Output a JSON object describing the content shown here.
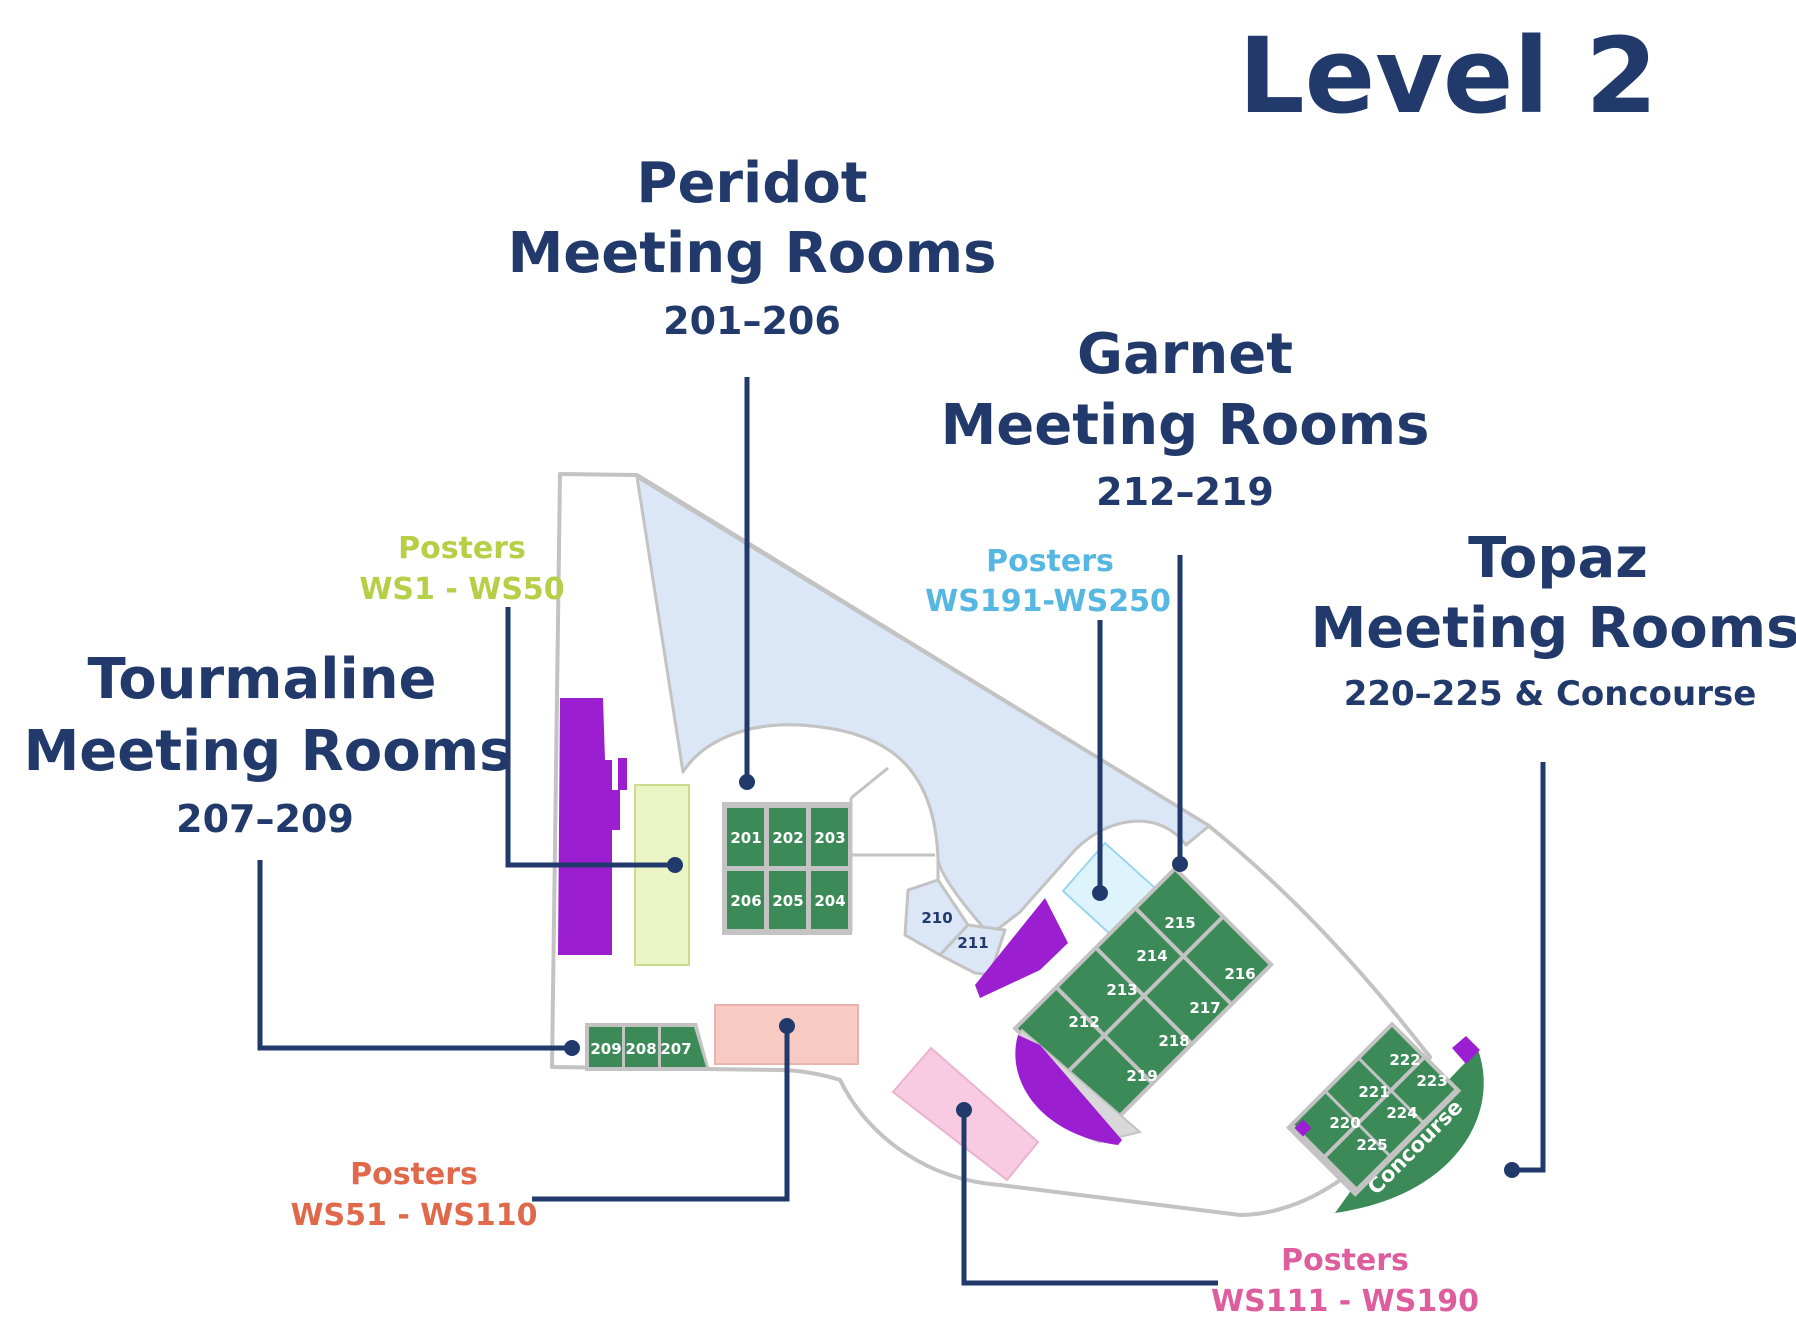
{
  "title": "Level 2",
  "colors": {
    "navy": "#223a6b",
    "room_green": "#3b8a57",
    "purple": "#9b1fd1",
    "light_blue_area": "#dbe7f6",
    "floor_outline": "#c3c3c3",
    "lime": "#b5cf46",
    "coral": "#e0694c",
    "pink": "#de5d9c",
    "sky": "#55b7e2"
  },
  "areas": {
    "peridot": {
      "name": "Peridot",
      "sub": "Meeting Rooms",
      "range": "201–206"
    },
    "garnet": {
      "name": "Garnet",
      "sub": "Meeting Rooms",
      "range": "212–219"
    },
    "topaz": {
      "name": "Topaz",
      "sub": "Meeting Rooms",
      "range": "220–225 & Concourse"
    },
    "tourmaline": {
      "name": "Tourmaline",
      "sub": "Meeting Rooms",
      "range": "207–209"
    }
  },
  "posters": {
    "ws1": {
      "title": "Posters",
      "range": "WS1 - WS50"
    },
    "ws51": {
      "title": "Posters",
      "range": "WS51 - WS110"
    },
    "ws111": {
      "title": "Posters",
      "range": "WS111 - WS190"
    },
    "ws191": {
      "title": "Posters",
      "range": "WS191-WS250"
    }
  },
  "rooms": {
    "r201": "201",
    "r202": "202",
    "r203": "203",
    "r204": "204",
    "r205": "205",
    "r206": "206",
    "r207": "207",
    "r208": "208",
    "r209": "209",
    "r210": "210",
    "r211": "211",
    "r212": "212",
    "r213": "213",
    "r214": "214",
    "r215": "215",
    "r216": "216",
    "r217": "217",
    "r218": "218",
    "r219": "219",
    "r220": "220",
    "r221": "221",
    "r222": "222",
    "r223": "223",
    "r224": "224",
    "r225": "225",
    "concourse": "Concourse"
  }
}
